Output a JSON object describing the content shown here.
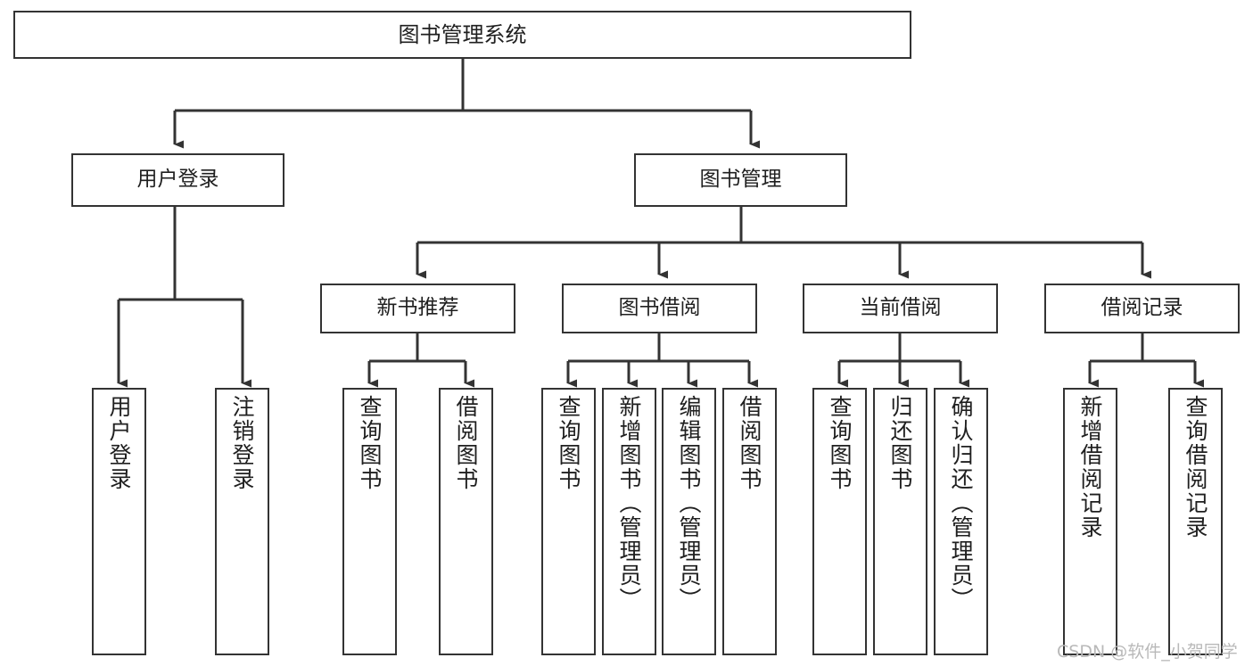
{
  "diagram": {
    "title": "图书管理系统",
    "root": {
      "id": "root",
      "label": "图书管理系统"
    },
    "level1": [
      {
        "id": "user-login",
        "label": "用户登录"
      },
      {
        "id": "book-manage",
        "label": "图书管理"
      }
    ],
    "level2": [
      {
        "id": "new-book-recommend",
        "label": "新书推荐",
        "parent": "book-manage"
      },
      {
        "id": "book-borrow",
        "label": "图书借阅",
        "parent": "book-manage"
      },
      {
        "id": "current-borrow",
        "label": "当前借阅",
        "parent": "book-manage"
      },
      {
        "id": "borrow-record",
        "label": "借阅记录",
        "parent": "book-manage"
      }
    ],
    "leaves": [
      {
        "id": "leaf-user-login",
        "label": "用户登录",
        "parent": "user-login"
      },
      {
        "id": "leaf-logout-login",
        "label": "注销登录",
        "parent": "user-login"
      },
      {
        "id": "leaf-query-book-1",
        "label": "查询图书",
        "parent": "new-book-recommend"
      },
      {
        "id": "leaf-borrow-book-1",
        "label": "借阅图书",
        "parent": "new-book-recommend"
      },
      {
        "id": "leaf-query-book-2",
        "label": "查询图书",
        "parent": "book-borrow"
      },
      {
        "id": "leaf-add-book",
        "label": "新增图书（管理员）",
        "parent": "book-borrow"
      },
      {
        "id": "leaf-edit-book",
        "label": "编辑图书（管理员）",
        "parent": "book-borrow"
      },
      {
        "id": "leaf-borrow-book-2",
        "label": "借阅图书",
        "parent": "book-borrow"
      },
      {
        "id": "leaf-query-book-3",
        "label": "查询图书",
        "parent": "current-borrow"
      },
      {
        "id": "leaf-return-book",
        "label": "归还图书",
        "parent": "current-borrow"
      },
      {
        "id": "leaf-confirm-return",
        "label": "确认归还（管理员）",
        "parent": "current-borrow"
      },
      {
        "id": "leaf-add-record",
        "label": "新增借阅记录",
        "parent": "borrow-record"
      },
      {
        "id": "leaf-query-record",
        "label": "查询借阅记录",
        "parent": "borrow-record"
      }
    ],
    "colors": {
      "line": "#333333",
      "box_border": "#333333",
      "box_fill": "#ffffff",
      "text": "#1f1f1f",
      "watermark": "#b9b9b9",
      "background": "#ffffff"
    }
  },
  "watermark": {
    "text": "CSDN @软件_小贺同学"
  }
}
